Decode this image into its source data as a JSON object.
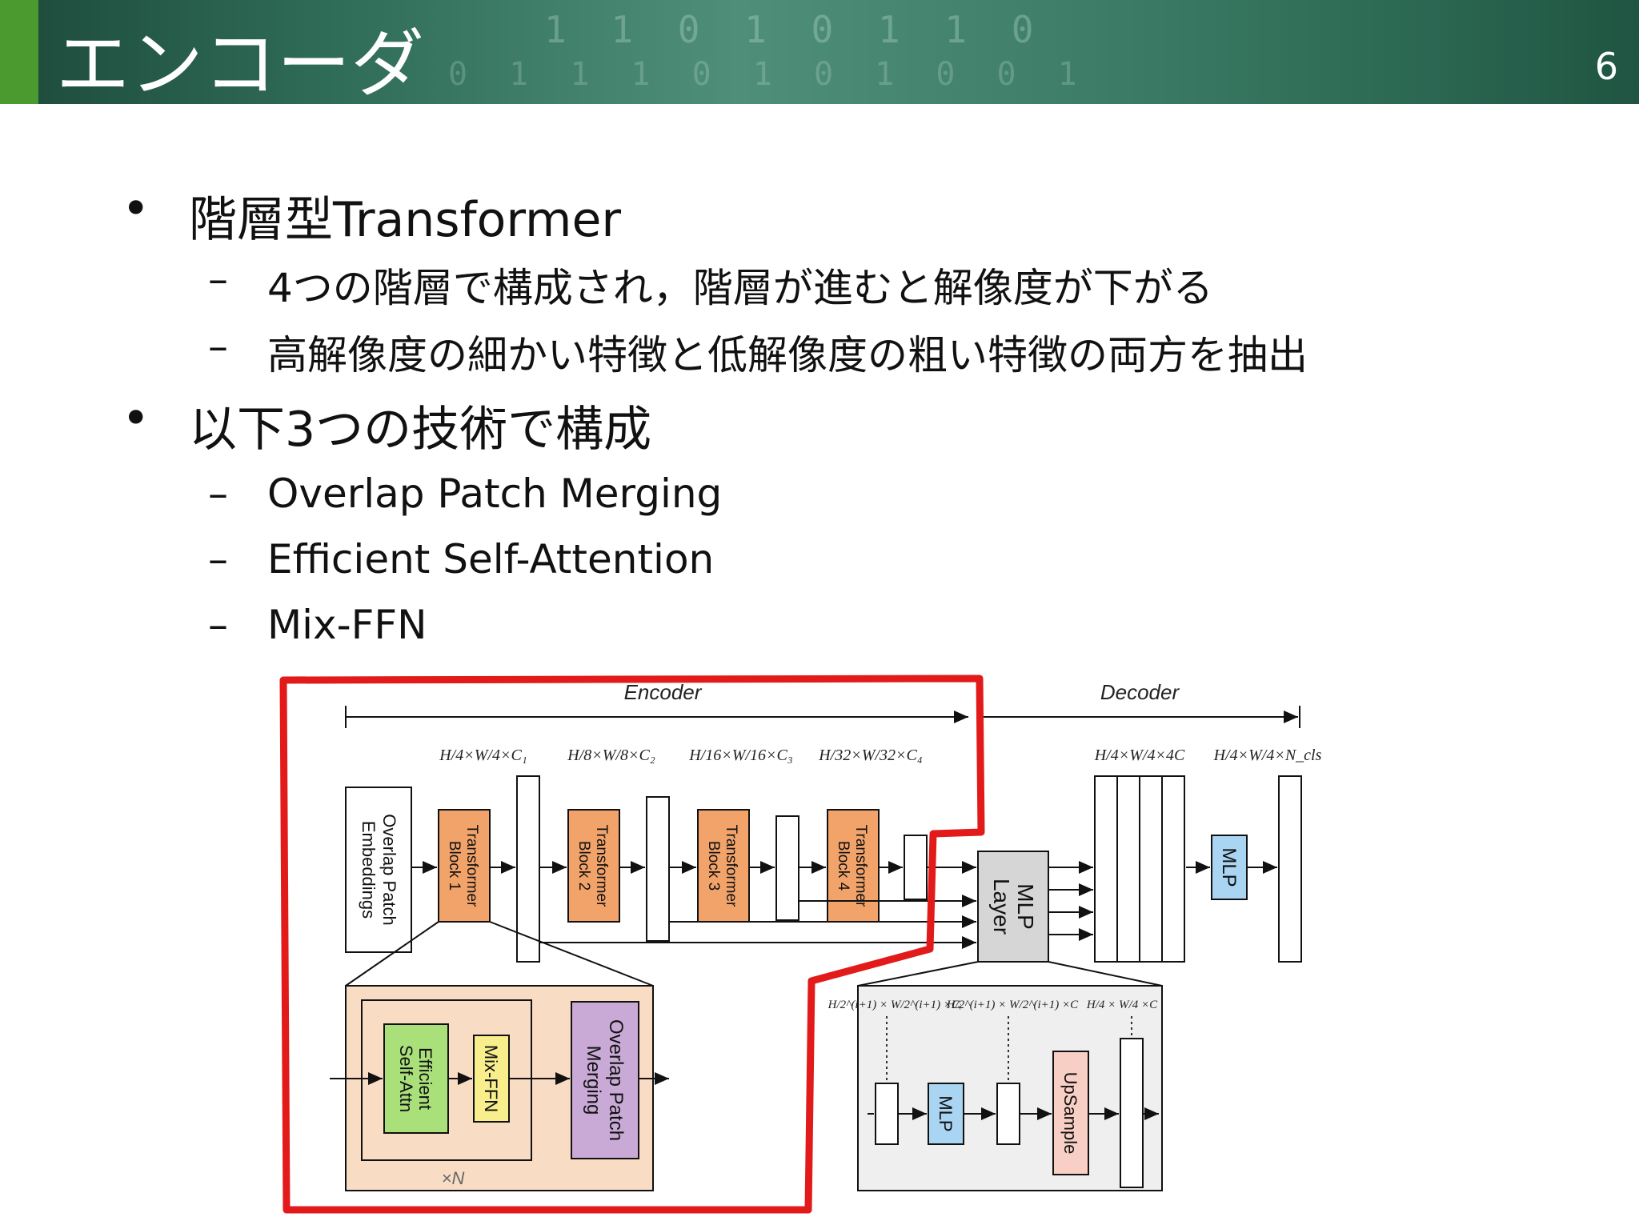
{
  "slide": {
    "title": "エンコーダ",
    "page_number": "6"
  },
  "bullets": [
    {
      "text": "階層型Transformer",
      "sub": [
        "4つの階層で構成され，階層が進むと解像度が下がる",
        "高解像度の細かい特徴と低解像度の粗い特徴の両方を抽出"
      ]
    },
    {
      "text": "以下3つの技術で構成",
      "sub": [
        "Overlap Patch Merging",
        "Efficient Self-Attention",
        "Mix-FFN"
      ]
    }
  ],
  "bullet_marks": {
    "dot": "•",
    "dash": "–"
  },
  "diagram": {
    "encoder_label": "Encoder",
    "decoder_label": "Decoder",
    "embeddings_label_1": "Overlap Patch",
    "embeddings_label_2": "Embeddings",
    "blocks": [
      {
        "line1": "Transformer",
        "line2": "Block 1"
      },
      {
        "line1": "Transformer",
        "line2": "Block 2"
      },
      {
        "line1": "Transformer",
        "line2": "Block 3"
      },
      {
        "line1": "Transformer",
        "line2": "Block 4"
      }
    ],
    "dims": [
      {
        "h": "H",
        "hd": "4",
        "w": "W",
        "wd": "4",
        "c": "×C₁"
      },
      {
        "h": "H",
        "hd": "8",
        "w": "W",
        "wd": "8",
        "c": "×C₂"
      },
      {
        "h": "H",
        "hd": "16",
        "w": "W",
        "wd": "16",
        "c": "×C₃"
      },
      {
        "h": "H",
        "hd": "32",
        "w": "W",
        "wd": "32",
        "c": "×C₄"
      },
      {
        "h": "H",
        "hd": "4",
        "w": "W",
        "wd": "4",
        "c": "×4C"
      },
      {
        "h": "H",
        "hd": "4",
        "w": "W",
        "wd": "4",
        "c": "×N_cls"
      }
    ],
    "mlp_layer_1": "MLP",
    "mlp_layer_2": "Layer",
    "mlp_label": "MLP",
    "detail": {
      "esa_1": "Efficient",
      "esa_2": "Self-Attn",
      "mixffn": "Mix-FFN",
      "opm_1": "Overlap Patch",
      "opm_2": "Merging",
      "repeat": "×N"
    },
    "decoder_detail": {
      "dim1": "H/2^(i+1) × W/2^(i+1) ×Cᵢ",
      "dim2": "H/2^(i+1) × W/2^(i+1) ×C",
      "dim3": "H/4 × W/4 ×C",
      "mlp": "MLP",
      "upsample": "UpSample"
    },
    "colors": {
      "transformer_block": "#f2a36a",
      "detail_bg": "#f9dcc4",
      "esa": "#a9e07a",
      "mixffn": "#f8ef8c",
      "opm": "#c9a9d6",
      "mlp_blue": "#a9d4f2",
      "upsample": "#f8cfc4",
      "highlight": "#e31a1a"
    }
  }
}
